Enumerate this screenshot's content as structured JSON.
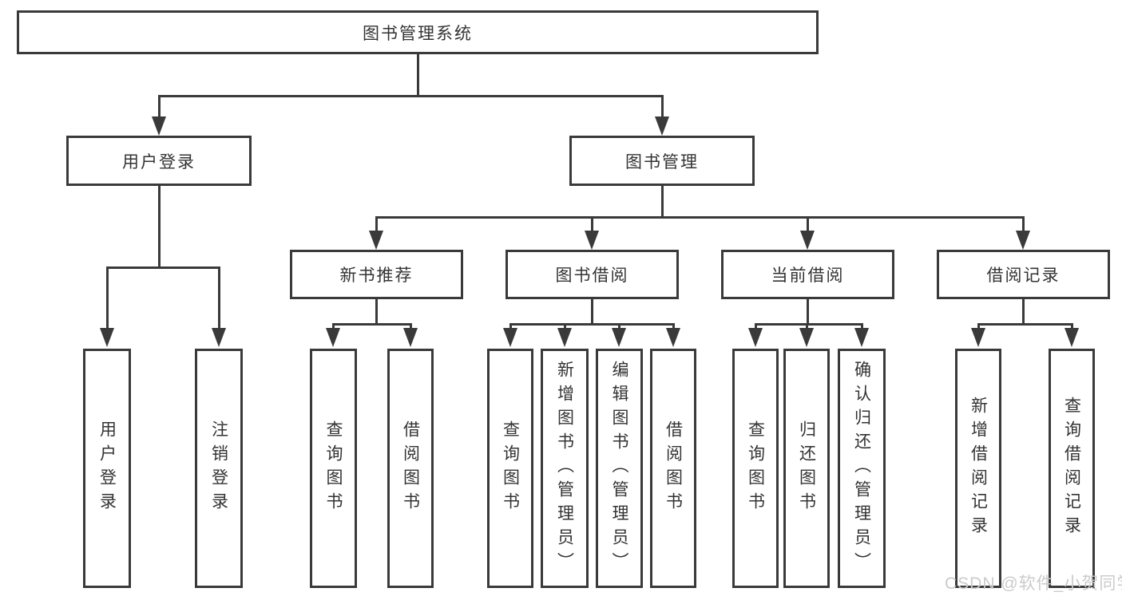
{
  "diagram": {
    "root": "图书管理系统",
    "level2": [
      "用户登录",
      "图书管理"
    ],
    "level3": [
      "新书推荐",
      "图书借阅",
      "当前借阅",
      "借阅记录"
    ],
    "leaves": {
      "login": [
        "用户登录",
        "注销登录"
      ],
      "recommend": [
        "查询图书",
        "借阅图书"
      ],
      "borrow": [
        "查询图书",
        "新增图书（管理员）",
        "编辑图书（管理员）",
        "借阅图书"
      ],
      "current": [
        "查询图书",
        "归还图书",
        "确认归还（管理员）"
      ],
      "records": [
        "新增借阅记录",
        "查询借阅记录"
      ]
    }
  },
  "watermark": "CSDN @软件_小贺同学",
  "colors": {
    "line": "#3a3a3a",
    "text": "#333333",
    "watermark": "#cbcbcb",
    "background": "#ffffff"
  }
}
